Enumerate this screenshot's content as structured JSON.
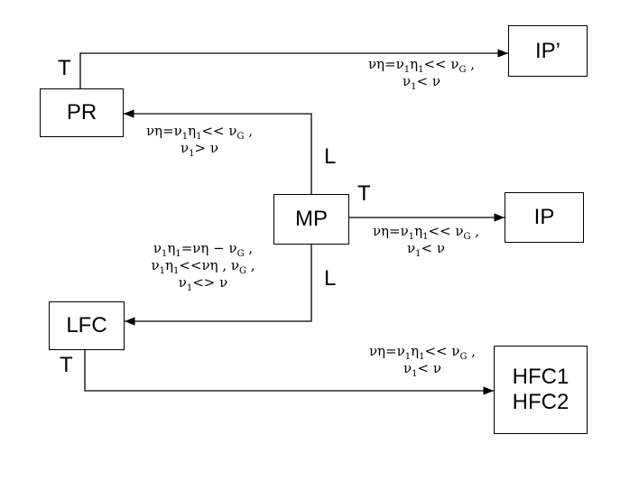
{
  "nodes": {
    "mp": "MP",
    "pr": "PR",
    "ip_prime": "IP’",
    "ip": "IP",
    "lfc": "LFC",
    "hfc": [
      "HFC1",
      "HFC2"
    ]
  },
  "edge_labels": {
    "pr_to_ip_prime": "T",
    "mp_to_pr": "L",
    "mp_to_ip": "T",
    "mp_to_lfc": "L",
    "lfc_to_hfc": "T"
  },
  "conditions": {
    "pr_to_ip_prime": [
      [
        "νη=ν",
        "1",
        "η",
        "1",
        "<< ν",
        "G",
        " ,"
      ],
      [
        "ν",
        "1",
        "< ν"
      ]
    ],
    "mp_to_pr": [
      [
        "νη=ν",
        "1",
        "η",
        "1",
        "<< ν",
        "G",
        " ,"
      ],
      [
        "ν",
        "1",
        "> ν"
      ]
    ],
    "mp_to_ip": [
      [
        "νη=ν",
        "1",
        "η",
        "1",
        "<< ν",
        "G",
        " ,"
      ],
      [
        "ν",
        "1",
        "< ν"
      ]
    ],
    "mp_to_lfc": [
      [
        "ν",
        "1",
        "η",
        "1",
        "=νη − ν",
        "G",
        " ,"
      ],
      [
        "ν",
        "1",
        "η",
        "1",
        "<<νη , ν",
        "G",
        " ,"
      ],
      [
        "ν",
        "1",
        "<> ν"
      ]
    ],
    "lfc_to_hfc": [
      [
        "νη=ν",
        "1",
        "η",
        "1",
        "<< ν",
        "G",
        " ,"
      ],
      [
        "ν",
        "1",
        "< ν"
      ]
    ]
  },
  "colors": {
    "line": "#000000",
    "background": "#ffffff"
  }
}
